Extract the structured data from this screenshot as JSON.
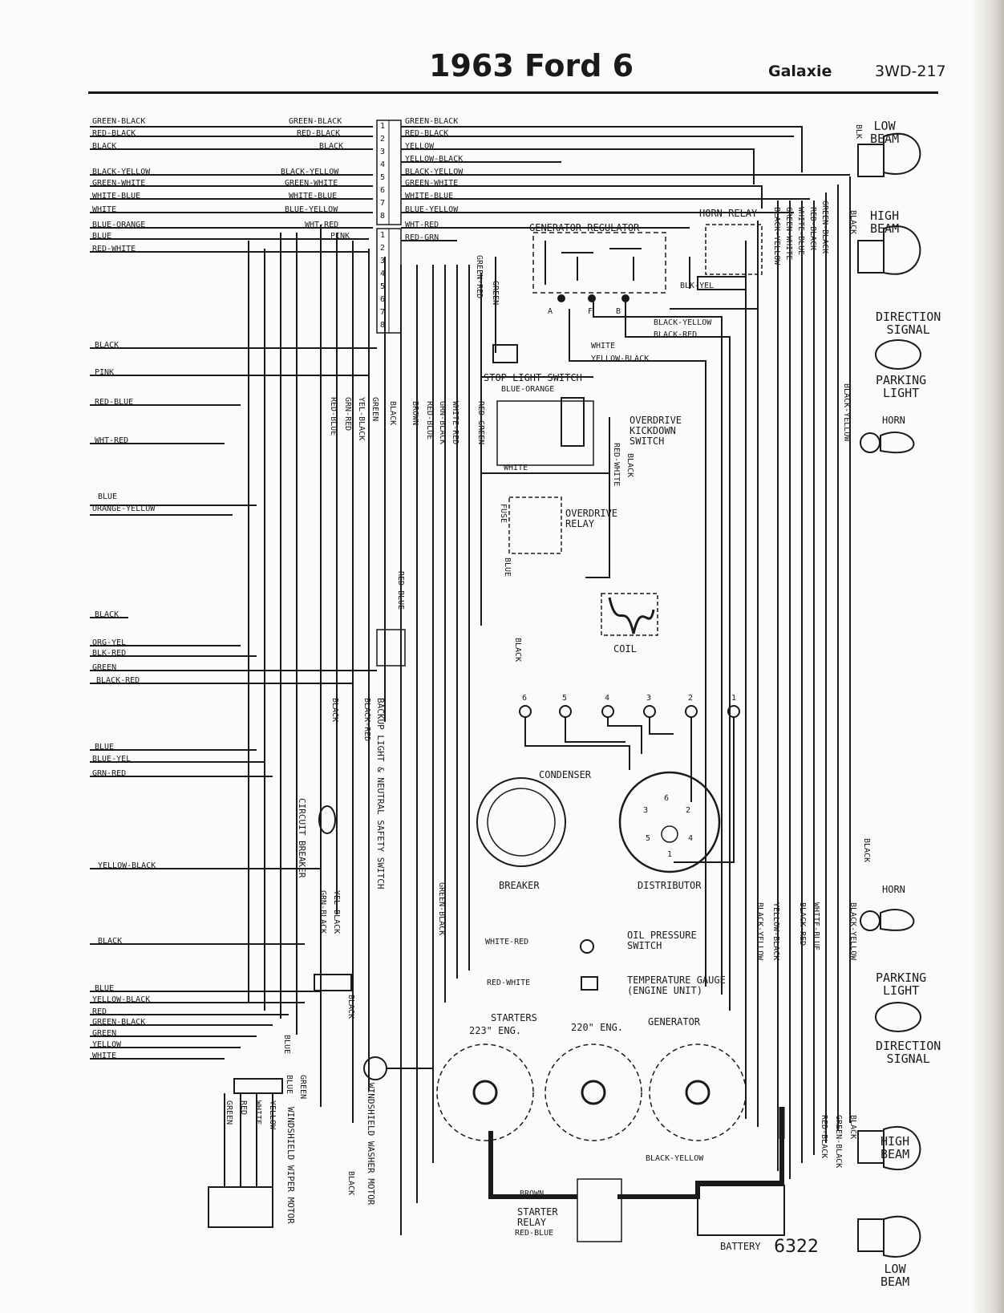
{
  "header": {
    "title": "1963 Ford 6",
    "model": "Galaxie",
    "code": "3WD-217"
  },
  "page_number": "6322",
  "left_wires": [
    "GREEN-BLACK",
    "RED-BLACK",
    "BLACK",
    "BLACK-YELLOW",
    "GREEN-WHITE",
    "WHITE-BLUE",
    "WHITE",
    "BLUE-ORANGE",
    "BLUE",
    "RED-WHITE"
  ],
  "left_wires_lower": [
    "BLACK",
    "PINK",
    "RED-BLUE",
    "WHT-RED",
    "BLUE",
    "ORANGE-YELLOW",
    "BLACK",
    "ORG-YEL",
    "BLK-RED",
    "GREEN",
    "BLACK-RED",
    "BLUE",
    "BLUE-YEL",
    "GRN-RED",
    "YELLOW-BLACK",
    "BLACK",
    "BLUE",
    "YELLOW-BLACK",
    "RED",
    "GREEN-BLACK",
    "GREEN",
    "YELLOW",
    "WHITE"
  ],
  "mid_wires": [
    "GREEN-BLACK",
    "RED-BLACK",
    "BLACK",
    "BLACK-YELLOW",
    "GREEN-WHITE",
    "WHITE-BLUE",
    "BLUE-YELLOW",
    "WHT-RED",
    "PINK"
  ],
  "terminal_numbers": [
    "1",
    "2",
    "3",
    "4",
    "5",
    "6",
    "7",
    "8",
    "1",
    "2",
    "3",
    "4",
    "5",
    "6",
    "7",
    "8"
  ],
  "right_wires": [
    "GREEN-BLACK",
    "RED-BLACK",
    "YELLOW",
    "YELLOW-BLACK",
    "BLACK-YELLOW",
    "GREEN-WHITE",
    "WHITE-BLUE",
    "BLUE-YELLOW",
    "WHT-RED",
    "RED-GRN"
  ],
  "vertical_wires": [
    "RED-BLUE",
    "GRN-RED",
    "YEL-BLACK",
    "GREEN",
    "BLACK",
    "BROWN",
    "RED-BLUE",
    "GRN-BLACK",
    "WHITE-RED",
    "RED-GREEN",
    "GREEN-RED",
    "GREEN"
  ],
  "components": {
    "generator_regulator": "GENERATOR REGULATOR",
    "horn_relay": "HORN RELAY",
    "stop_light_switch": "STOP LIGHT SWITCH",
    "overdrive_kickdown": [
      "OVERDRIVE",
      "KICKDOWN",
      "SWITCH"
    ],
    "overdrive_relay": [
      "OVERDRIVE",
      "RELAY"
    ],
    "fuse": "FUSE",
    "coil": "COIL",
    "condenser": "CONDENSER",
    "breaker": "BREAKER",
    "distributor": "DISTRIBUTOR",
    "oil_pressure": [
      "OIL PRESSURE",
      "SWITCH"
    ],
    "temperature_gauge": [
      "TEMPERATURE GAUGE",
      "(ENGINE UNIT)"
    ],
    "starters": "STARTERS",
    "starter_223": "223\" ENG.",
    "starter_220": "220\" ENG.",
    "generator": "GENERATOR",
    "starter_relay": [
      "STARTER",
      "RELAY"
    ],
    "battery": "BATTERY",
    "backup_switch": [
      "BACKUP LIGHT",
      "& NEUTRAL",
      "SAFETY SWITCH"
    ],
    "circuit_breaker": [
      "CIRCUIT",
      "BREAKER"
    ],
    "washer_motor": [
      "WINDSHIELD",
      "WASHER",
      "MOTOR"
    ],
    "wiper_motor": [
      "WINDSHIELD",
      "WIPER",
      "MOTOR"
    ],
    "low_beam_top": [
      "LOW",
      "BEAM"
    ],
    "high_beam_top": [
      "HIGH",
      "BEAM"
    ],
    "direction_signal_top": [
      "DIRECTION",
      "SIGNAL"
    ],
    "parking_light_top": [
      "PARKING",
      "LIGHT"
    ],
    "horn_top": "HORN",
    "horn_bottom": "HORN",
    "parking_light_bottom": [
      "PARKING",
      "LIGHT"
    ],
    "direction_signal_bottom": [
      "DIRECTION",
      "SIGNAL"
    ],
    "high_beam_bottom": [
      "HIGH",
      "BEAM"
    ],
    "low_beam_bottom": [
      "LOW",
      "BEAM"
    ]
  },
  "regulator_terminals": [
    "A",
    "F",
    "B"
  ],
  "distributor_cap_numbers": [
    "6",
    "5",
    "4",
    "3",
    "2",
    "1"
  ],
  "distributor_inner_numbers": [
    "6",
    "2",
    "3",
    "4",
    "5",
    "1"
  ],
  "misc_labels": {
    "blue_orange": "BLUE-ORANGE",
    "white": "WHITE",
    "red_white": "RED-WHITE",
    "black": "BLACK",
    "blue": "BLUE",
    "red_blue": "RED-BLUE",
    "black_red": "BLACK-RED",
    "blk_yel": "BLK-YEL",
    "black_yellow": "BLACK-YELLOW",
    "black_red2": "BLACK-RED",
    "white2": "WHITE",
    "yellow_black": "YELLOW-BLACK",
    "white_red": "WHITE-RED",
    "red_white2": "RED-WHITE",
    "green_black": "GREEN-BLACK",
    "black2": "BLACK",
    "black_yellow_bottom": "BLACK-YELLOW",
    "brown": "BROWN",
    "red_blue_bottom": "RED-BLUE",
    "blk": "BLK",
    "grn_black": "GRN-BLACK",
    "yel_black": "YEL-BLACK",
    "black3": "BLACK",
    "blue2": "BLUE",
    "green2": "GREEN",
    "black4": "BLACK",
    "black5": "BLACK"
  },
  "right_vertical_wires": [
    "BLACK-YELLOW",
    "GREEN-WHITE",
    "WHITE-BLUE",
    "RED-BLACK",
    "GREEN-BLACK",
    "BLACK",
    "BLACK-YELLOW",
    "BLACK-YELLOW",
    "YELLOW-BLACK",
    "BLACK-RED",
    "WHITE-BLUE",
    "BLACK-YELLOW",
    "BLACK",
    "RED-BLACK",
    "GREEN-BLACK",
    "BLACK"
  ],
  "wiper_wires": [
    "GREEN",
    "RED",
    "WHITE",
    "YELLOW",
    "BLUE",
    "GREEN"
  ]
}
